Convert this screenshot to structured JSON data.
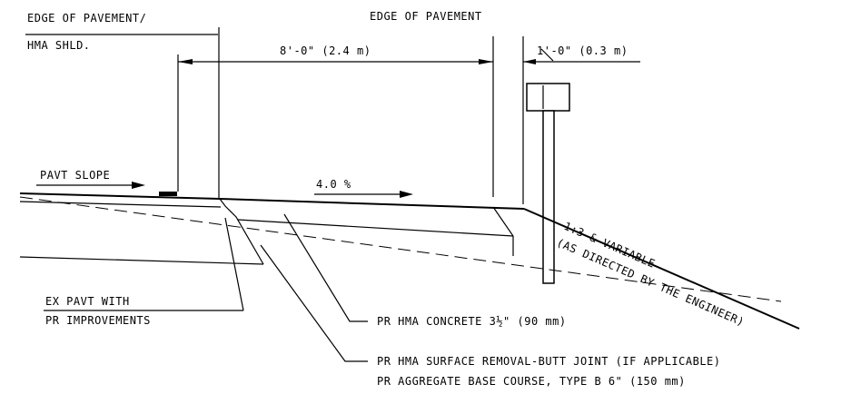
{
  "labels": {
    "edge_hma_line1": "EDGE OF PAVEMENT/",
    "edge_hma_line2": "HMA SHLD.",
    "edge_pavement": "EDGE OF PAVEMENT",
    "dim_main": "8'-0\" (2.4 m)",
    "dim_small": "1'-0\" (0.3 m)",
    "pavt_slope": "PAVT SLOPE",
    "slope_pct": "4.0 %",
    "side_slope_1": "1:3 & VARIABLE",
    "side_slope_2": "(AS DIRECTED BY THE ENGINEER)",
    "ex_pavt_1": "EX PAVT WITH",
    "ex_pavt_2": "PR IMPROVEMENTS",
    "callout_1": "PR HMA CONCRETE 3½\" (90 mm)",
    "callout_2": "PR HMA SURFACE REMOVAL-BUTT JOINT (IF APPLICABLE)",
    "callout_3": "PR AGGREGATE BASE COURSE, TYPE B 6\" (150 mm)"
  }
}
